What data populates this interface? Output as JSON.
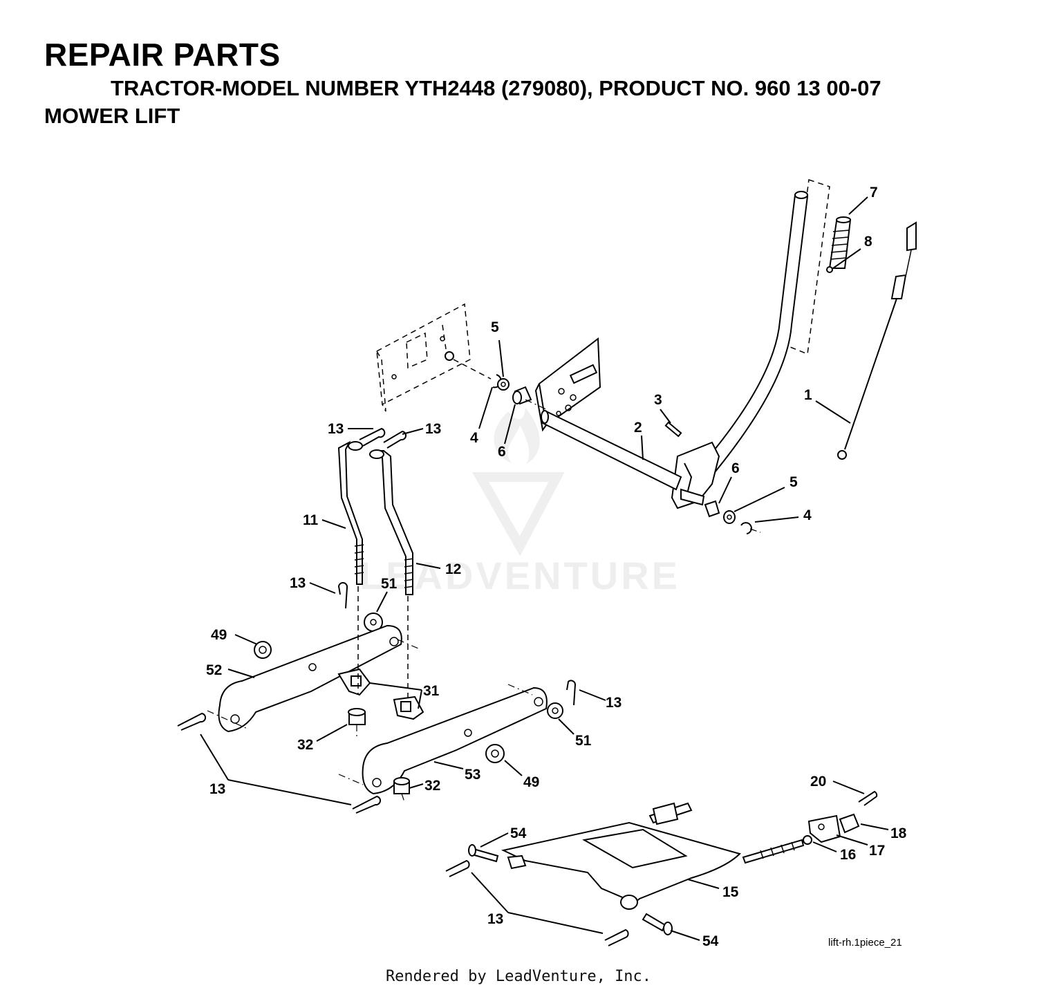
{
  "header": {
    "title": "REPAIR PARTS",
    "subtitle": "TRACTOR-MODEL NUMBER YTH2448 (279080), PRODUCT NO. 960 13 00-07",
    "section": "MOWER LIFT"
  },
  "watermark": "LEADVENTURE",
  "drawing_ref": "lift-rh.1piece_21",
  "footer": "Rendered by LeadVenture, Inc.",
  "callouts": {
    "c7": "7",
    "c8": "8",
    "c1": "1",
    "c5a": "5",
    "c4a": "4",
    "c6a": "6",
    "c3": "3",
    "c2": "2",
    "c6b": "6",
    "c5b": "5",
    "c4b": "4",
    "c13a": "13",
    "c13b": "13",
    "c11": "11",
    "c12": "12",
    "c13c": "13",
    "c51a": "51",
    "c49a": "49",
    "c52": "52",
    "c31": "31",
    "c13d": "13",
    "c51b": "51",
    "c32a": "32",
    "c53": "53",
    "c49b": "49",
    "c32b": "32",
    "c13e": "13",
    "c20": "20",
    "c18": "18",
    "c17": "17",
    "c16": "16",
    "c54a": "54",
    "c15": "15",
    "c13f": "13",
    "c54b": "54"
  }
}
